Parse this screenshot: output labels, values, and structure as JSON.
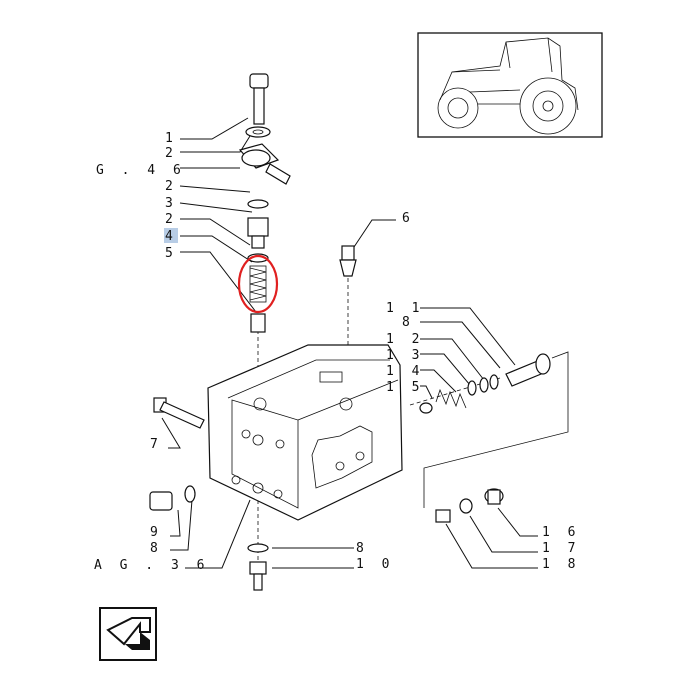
{
  "labels": {
    "l1": "1",
    "l2a": "2",
    "fig46": "G .   4 6",
    "l2b": "2",
    "l3": "3",
    "l2c": "2",
    "l4": "4",
    "l5": "5",
    "l6": "6",
    "l11": "1 1",
    "l8a": "8",
    "l12": "1 2",
    "l13": "1 3",
    "l14": "1 4",
    "l15": "1 5",
    "l7": "7",
    "l9": "9",
    "l8b": "8",
    "fig36": "A G .   3 6",
    "l8c": "8",
    "l10": "1 0",
    "l16": "1 6",
    "l17": "1 7",
    "l18": "1 8"
  },
  "highlight": {
    "label": "4",
    "color": "#b8cde6"
  },
  "callout_circle_color": "#e02020"
}
